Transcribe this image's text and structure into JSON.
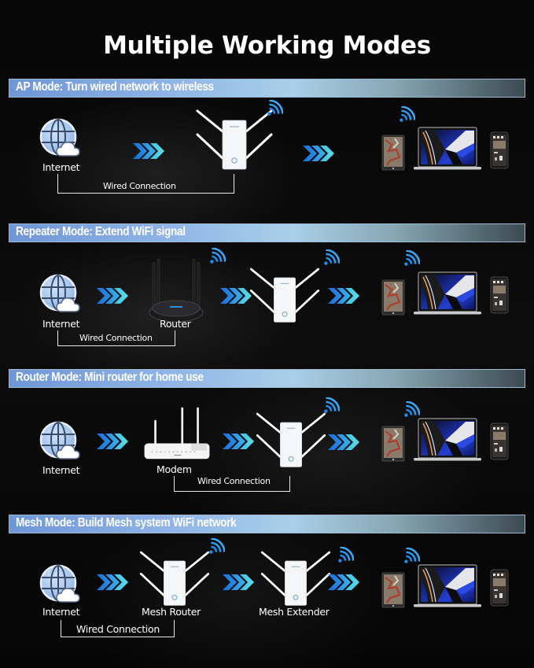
{
  "title": "Multiple Working Modes",
  "colors": {
    "banner_start": "#6f96d6",
    "banner_mid": "#a9d0e9",
    "banner_end": "#3c4a52",
    "chevron_blue": "#1e7fe0",
    "chevron_cyan": "#4fd3e6",
    "wifi_blue": "#1e8cf0",
    "globe_blue": "#9ec3ee"
  },
  "modes": [
    {
      "banner": "AP Mode: Turn wired network to wireless",
      "nodes": [
        {
          "icon": "globe-cloud-icon",
          "label": "Internet"
        },
        {
          "icon": "wifi-extender-icon",
          "label": ""
        },
        {
          "icon": "client-devices-icon",
          "label": ""
        }
      ],
      "wired_label": "Wired Connection"
    },
    {
      "banner": "Repeater Mode: Extend WiFi signal",
      "nodes": [
        {
          "icon": "globe-cloud-icon",
          "label": "Internet"
        },
        {
          "icon": "router-icon",
          "label": "Router"
        },
        {
          "icon": "wifi-extender-icon",
          "label": ""
        },
        {
          "icon": "client-devices-icon",
          "label": ""
        }
      ],
      "wired_label": "Wired Connection"
    },
    {
      "banner": "Router Mode: Mini router for home use",
      "nodes": [
        {
          "icon": "globe-cloud-icon",
          "label": "Internet"
        },
        {
          "icon": "modem-icon",
          "label": "Modem"
        },
        {
          "icon": "wifi-extender-icon",
          "label": ""
        },
        {
          "icon": "client-devices-icon",
          "label": ""
        }
      ],
      "wired_label": "Wired Connection"
    },
    {
      "banner": "Mesh Mode: Build Mesh system WiFi network",
      "nodes": [
        {
          "icon": "globe-cloud-icon",
          "label": "Internet"
        },
        {
          "icon": "wifi-extender-icon",
          "label": "Mesh Router"
        },
        {
          "icon": "wifi-extender-icon",
          "label": "Mesh Extender"
        },
        {
          "icon": "client-devices-icon",
          "label": ""
        }
      ],
      "wired_label": "Wired Connection"
    }
  ]
}
